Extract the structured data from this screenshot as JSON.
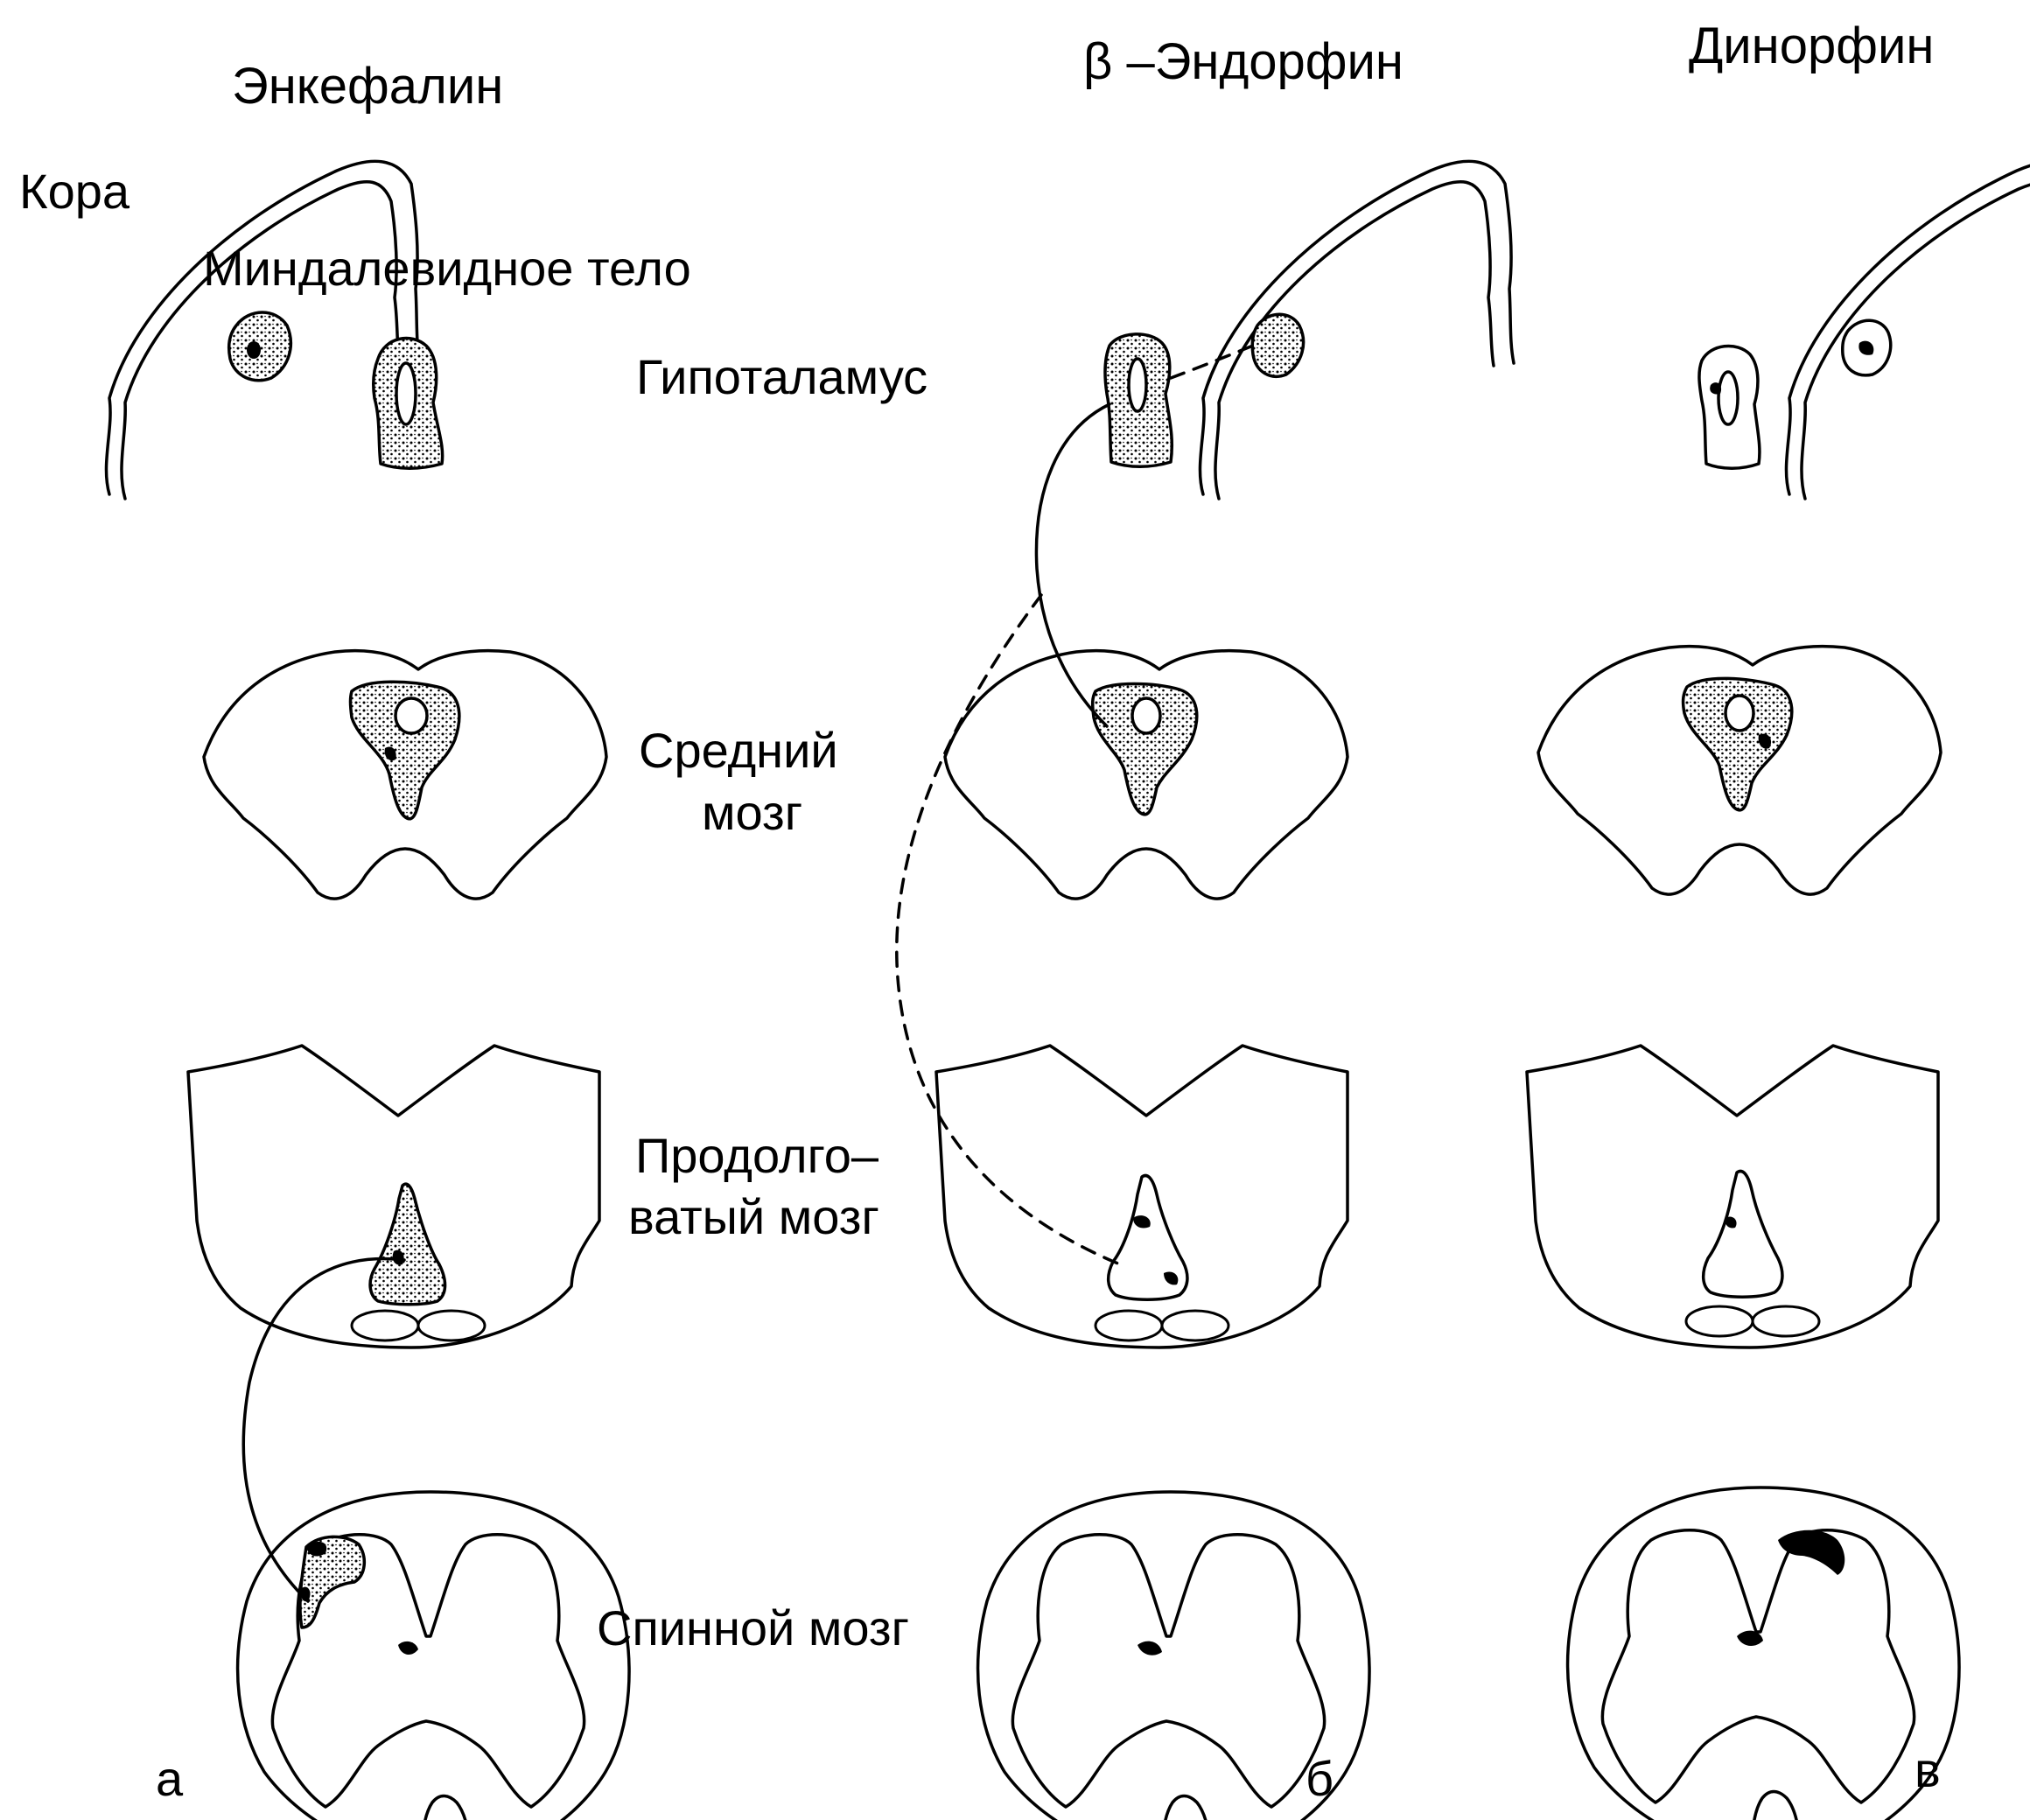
{
  "columns": {
    "enkephalin": "Энкефалин",
    "beta_endorphin": "β –Эндорфин",
    "dynorphin": "Динорфин"
  },
  "regions": {
    "cortex": "Кора",
    "amygdala": "Миндалевидное тело",
    "hypothalamus": "Гипоталамус",
    "midbrain_line1": "Средний",
    "midbrain_line2": "мозг",
    "medulla_line1": "Продолго–",
    "medulla_line2": "ватый мозг",
    "spinal_cord": "Спинной мозг"
  },
  "panel_letters": {
    "a": "а",
    "b": "б",
    "c": "в"
  },
  "colors": {
    "ink": "#000000",
    "paper": "#ffffff",
    "stipple": "#000000"
  }
}
